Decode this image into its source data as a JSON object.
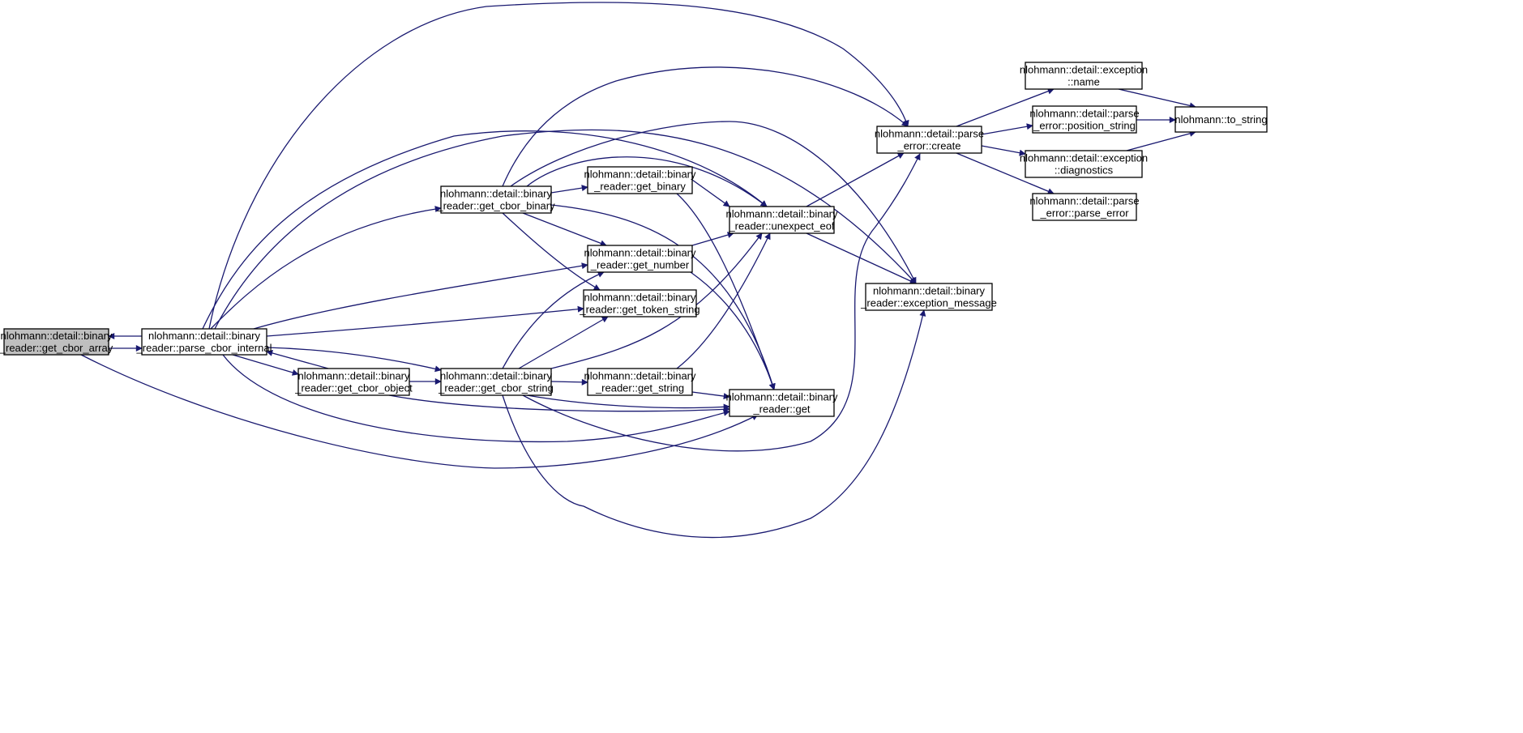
{
  "graph": {
    "edge_color": "#191970",
    "root_fill": "#bfbfbf",
    "node_fill": "#ffffff",
    "nodes": [
      {
        "id": "get_cbor_array",
        "lines": [
          "nlohmann::detail::binary",
          "_reader::get_cbor_array"
        ],
        "root": true
      },
      {
        "id": "parse_cbor_internal",
        "lines": [
          "nlohmann::detail::binary",
          "_reader::parse_cbor_internal"
        ]
      },
      {
        "id": "get_cbor_binary",
        "lines": [
          "nlohmann::detail::binary",
          "_reader::get_cbor_binary"
        ]
      },
      {
        "id": "get_cbor_object",
        "lines": [
          "nlohmann::detail::binary",
          "_reader::get_cbor_object"
        ]
      },
      {
        "id": "get_cbor_string",
        "lines": [
          "nlohmann::detail::binary",
          "_reader::get_cbor_string"
        ]
      },
      {
        "id": "get_binary",
        "lines": [
          "nlohmann::detail::binary",
          "_reader::get_binary"
        ]
      },
      {
        "id": "get_number",
        "lines": [
          "nlohmann::detail::binary",
          "_reader::get_number"
        ]
      },
      {
        "id": "get_token_string",
        "lines": [
          "nlohmann::detail::binary",
          "_reader::get_token_string"
        ]
      },
      {
        "id": "get_string",
        "lines": [
          "nlohmann::detail::binary",
          "_reader::get_string"
        ]
      },
      {
        "id": "unexpect_eof",
        "lines": [
          "nlohmann::detail::binary",
          "_reader::unexpect_eof"
        ]
      },
      {
        "id": "get",
        "lines": [
          "nlohmann::detail::binary",
          "_reader::get"
        ]
      },
      {
        "id": "parse_error_create",
        "lines": [
          "nlohmann::detail::parse",
          "_error::create"
        ]
      },
      {
        "id": "exception_message",
        "lines": [
          "nlohmann::detail::binary",
          "_reader::exception_message"
        ]
      },
      {
        "id": "exception_name",
        "lines": [
          "nlohmann::detail::exception",
          "::name"
        ]
      },
      {
        "id": "position_string",
        "lines": [
          "nlohmann::detail::parse",
          "_error::position_string"
        ]
      },
      {
        "id": "exception_diagnostics",
        "lines": [
          "nlohmann::detail::exception",
          "::diagnostics"
        ]
      },
      {
        "id": "parse_error_ctor",
        "lines": [
          "nlohmann::detail::parse",
          "_error::parse_error"
        ]
      },
      {
        "id": "to_string",
        "lines": [
          "nlohmann::to_string"
        ]
      }
    ],
    "edges": [
      {
        "from": "get_cbor_array",
        "to": "parse_cbor_internal"
      },
      {
        "from": "parse_cbor_internal",
        "to": "get_cbor_array"
      },
      {
        "from": "get_cbor_array",
        "to": "get"
      },
      {
        "from": "parse_cbor_internal",
        "to": "get_cbor_binary"
      },
      {
        "from": "parse_cbor_internal",
        "to": "get_cbor_object"
      },
      {
        "from": "get_cbor_object",
        "to": "parse_cbor_internal"
      },
      {
        "from": "parse_cbor_internal",
        "to": "get_cbor_string"
      },
      {
        "from": "parse_cbor_internal",
        "to": "get_number"
      },
      {
        "from": "parse_cbor_internal",
        "to": "get_token_string"
      },
      {
        "from": "parse_cbor_internal",
        "to": "unexpect_eof"
      },
      {
        "from": "parse_cbor_internal",
        "to": "get"
      },
      {
        "from": "parse_cbor_internal",
        "to": "parse_error_create"
      },
      {
        "from": "parse_cbor_internal",
        "to": "exception_message"
      },
      {
        "from": "get_cbor_binary",
        "to": "get_binary"
      },
      {
        "from": "get_cbor_binary",
        "to": "get_number"
      },
      {
        "from": "get_cbor_binary",
        "to": "get_token_string"
      },
      {
        "from": "get_cbor_binary",
        "to": "unexpect_eof"
      },
      {
        "from": "get_cbor_binary",
        "to": "get"
      },
      {
        "from": "get_cbor_binary",
        "to": "parse_error_create"
      },
      {
        "from": "get_cbor_binary",
        "to": "exception_message"
      },
      {
        "from": "get_cbor_object",
        "to": "get_cbor_string"
      },
      {
        "from": "get_cbor_object",
        "to": "get"
      },
      {
        "from": "get_cbor_string",
        "to": "get_string"
      },
      {
        "from": "get_cbor_string",
        "to": "get_number"
      },
      {
        "from": "get_cbor_string",
        "to": "get_token_string"
      },
      {
        "from": "get_cbor_string",
        "to": "unexpect_eof"
      },
      {
        "from": "get_cbor_string",
        "to": "get"
      },
      {
        "from": "get_cbor_string",
        "to": "parse_error_create"
      },
      {
        "from": "get_cbor_string",
        "to": "exception_message"
      },
      {
        "from": "get_binary",
        "to": "unexpect_eof"
      },
      {
        "from": "get_binary",
        "to": "get"
      },
      {
        "from": "get_number",
        "to": "unexpect_eof"
      },
      {
        "from": "get_number",
        "to": "get"
      },
      {
        "from": "get_string",
        "to": "unexpect_eof"
      },
      {
        "from": "get_string",
        "to": "get"
      },
      {
        "from": "unexpect_eof",
        "to": "parse_error_create"
      },
      {
        "from": "unexpect_eof",
        "to": "exception_message"
      },
      {
        "from": "parse_error_create",
        "to": "exception_name"
      },
      {
        "from": "parse_error_create",
        "to": "position_string"
      },
      {
        "from": "parse_error_create",
        "to": "exception_diagnostics"
      },
      {
        "from": "parse_error_create",
        "to": "parse_error_ctor"
      },
      {
        "from": "exception_name",
        "to": "to_string"
      },
      {
        "from": "position_string",
        "to": "to_string"
      },
      {
        "from": "exception_diagnostics",
        "to": "to_string"
      }
    ]
  }
}
